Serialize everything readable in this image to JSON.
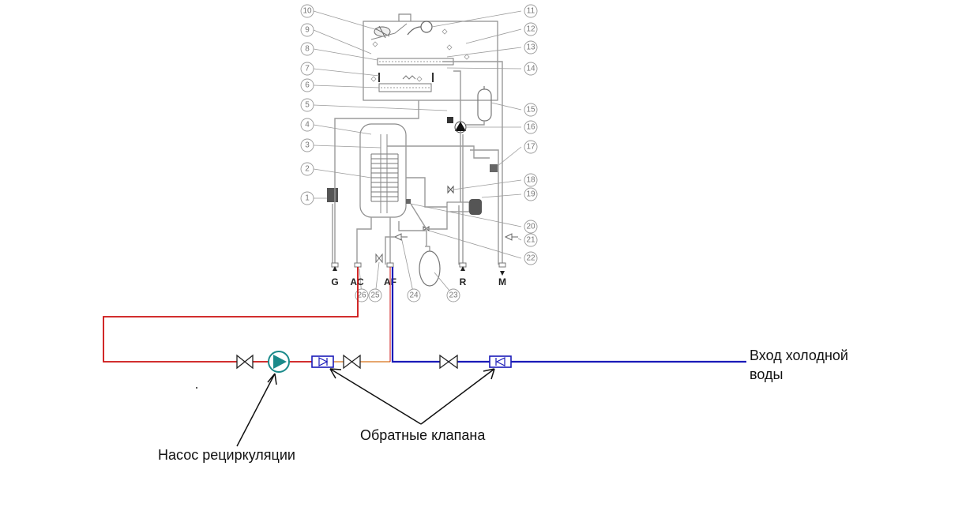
{
  "diagram": {
    "callouts": [
      "1",
      "2",
      "3",
      "4",
      "5",
      "6",
      "7",
      "8",
      "9",
      "10",
      "11",
      "12",
      "13",
      "14",
      "15",
      "16",
      "17",
      "18",
      "19",
      "20",
      "21",
      "22",
      "23",
      "24",
      "25",
      "26"
    ],
    "connections": {
      "gas": "G",
      "hot_water": "AC",
      "cold_water": "AF",
      "return": "R",
      "flow": "M"
    },
    "labels": {
      "cold_water_inlet_line1": "Вход холодной",
      "cold_water_inlet_line2": "воды",
      "check_valves": "Обратные клапана",
      "recirc_pump": "Насос рециркуляции"
    },
    "colors": {
      "hot_line": "#cc1111",
      "cold_line": "#1a1ab8",
      "mixed_line": "#e39a5a",
      "pump": "#1a8a8a",
      "boiler_lines": "#9a9a9a"
    }
  }
}
